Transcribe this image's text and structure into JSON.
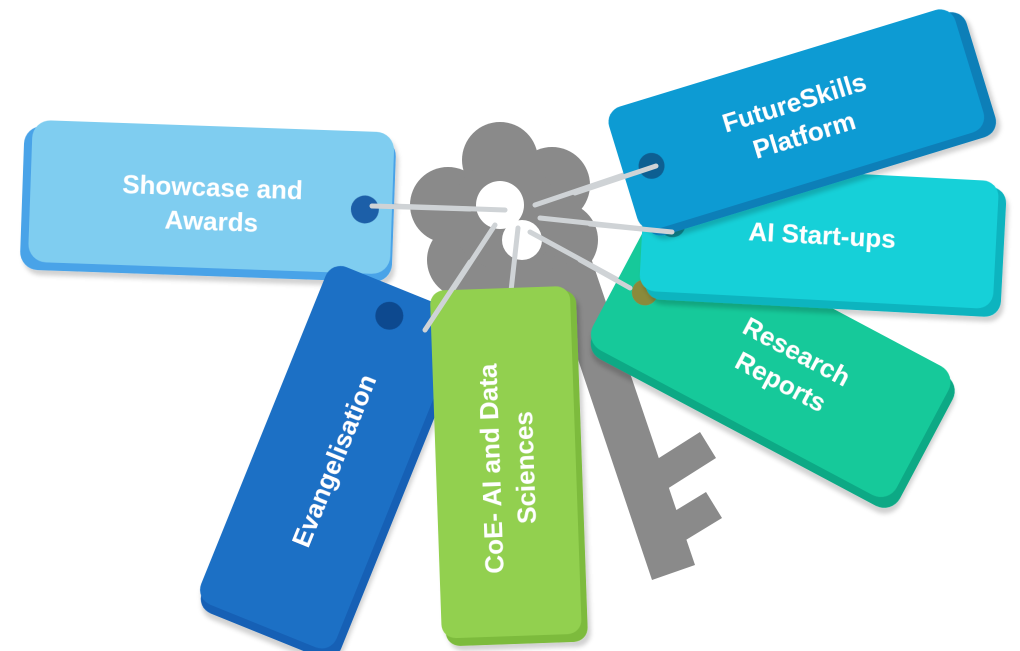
{
  "colors": {
    "key": "#8a8a8a",
    "string": "#cfd3d6",
    "showcase": "#7fcdf0",
    "evangelisation": "#1b6fc5",
    "coe": "#92d050",
    "research": "#17c99a",
    "startups": "#15d0d8",
    "futureskills": "#0a9bd3"
  },
  "tags": {
    "showcase": {
      "line1": "Showcase and",
      "line2": "Awards"
    },
    "evangelisation": {
      "line1": "Evangelisation"
    },
    "coe": {
      "line1": "CoE- AI and Data",
      "line2": "Sciences"
    },
    "research": {
      "line1": "Research",
      "line2": "Reports"
    },
    "startups": {
      "line1": "AI Start-ups"
    },
    "futureskills": {
      "line1": "FutureSkills",
      "line2": "Platform"
    }
  }
}
